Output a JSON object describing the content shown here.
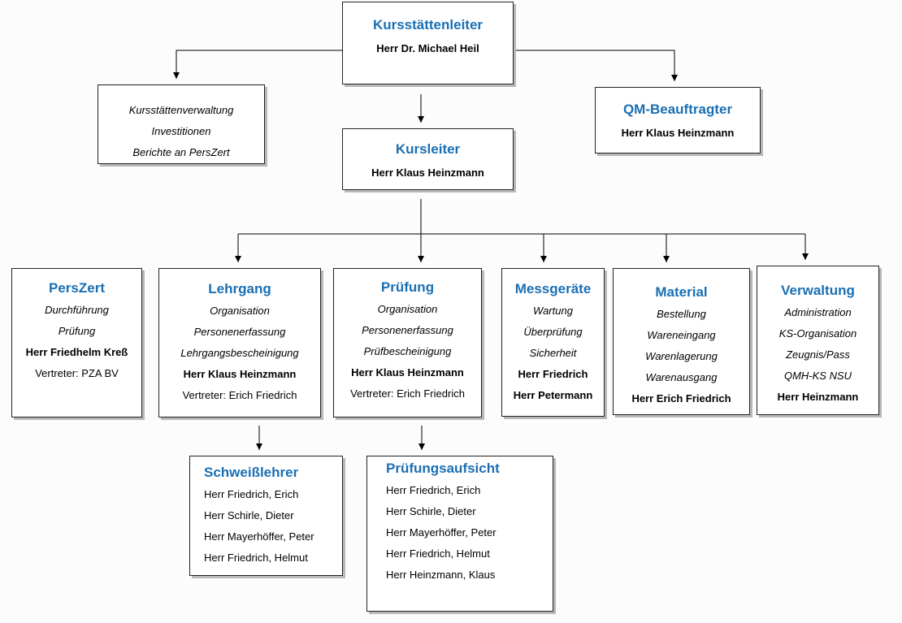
{
  "kursstaettenleiter": {
    "title": "Kursstättenleiter",
    "person": "Herr Dr. Michael Heil"
  },
  "verwaltung_links": {
    "lines": [
      "Kursstättenverwaltung",
      "Investitionen",
      "Berichte an PersZert"
    ]
  },
  "kursleiter": {
    "title": "Kursleiter",
    "person": "Herr Klaus Heinzmann"
  },
  "qm_beauftragter": {
    "title": "QM-Beauftragter",
    "person": "Herr Klaus Heinzmann"
  },
  "perszert": {
    "title": "PersZert",
    "tasks": [
      "Durchführung",
      "Prüfung"
    ],
    "person": "Herr Friedhelm Kreß",
    "deputy": "Vertreter: PZA BV"
  },
  "lehrgang": {
    "title": "Lehrgang",
    "tasks": [
      "Organisation",
      "Personenerfassung",
      "Lehrgangsbescheinigung"
    ],
    "person": "Herr Klaus Heinzmann",
    "deputy": "Vertreter: Erich Friedrich"
  },
  "pruefung": {
    "title": "Prüfung",
    "tasks": [
      "Organisation",
      "Personenerfassung",
      "Prüfbescheinigung"
    ],
    "person": "Herr Klaus Heinzmann",
    "deputy": "Vertreter: Erich Friedrich"
  },
  "messgeraete": {
    "title": "Messgeräte",
    "tasks": [
      "Wartung",
      "Überprüfung",
      "Sicherheit"
    ],
    "persons": [
      "Herr Friedrich",
      "Herr Petermann"
    ]
  },
  "material": {
    "title": "Material",
    "tasks": [
      "Bestellung",
      "Wareneingang",
      "Warenlagerung",
      "Warenausgang"
    ],
    "person": "Herr Erich Friedrich"
  },
  "verwaltung": {
    "title": "Verwaltung",
    "tasks": [
      "Administration",
      "KS-Organisation",
      "Zeugnis/Pass",
      "QMH-KS NSU"
    ],
    "person": "Herr Heinzmann"
  },
  "schweisslehrer": {
    "title": "Schweißlehrer",
    "members": [
      "Herr Friedrich, Erich",
      "Herr Schirle, Dieter",
      "Herr Mayerhöffer, Peter",
      "Herr Friedrich, Helmut"
    ]
  },
  "pruefungsaufsicht": {
    "title": "Prüfungsaufsicht",
    "members": [
      "Herr Friedrich, Erich",
      "Herr Schirle, Dieter",
      "Herr Mayerhöffer, Peter",
      "Herr Friedrich, Helmut",
      "Herr Heinzmann, Klaus"
    ]
  },
  "colors": {
    "title": "#1a6fb4",
    "line": "#000000",
    "shadow": "#b8b8b8"
  }
}
